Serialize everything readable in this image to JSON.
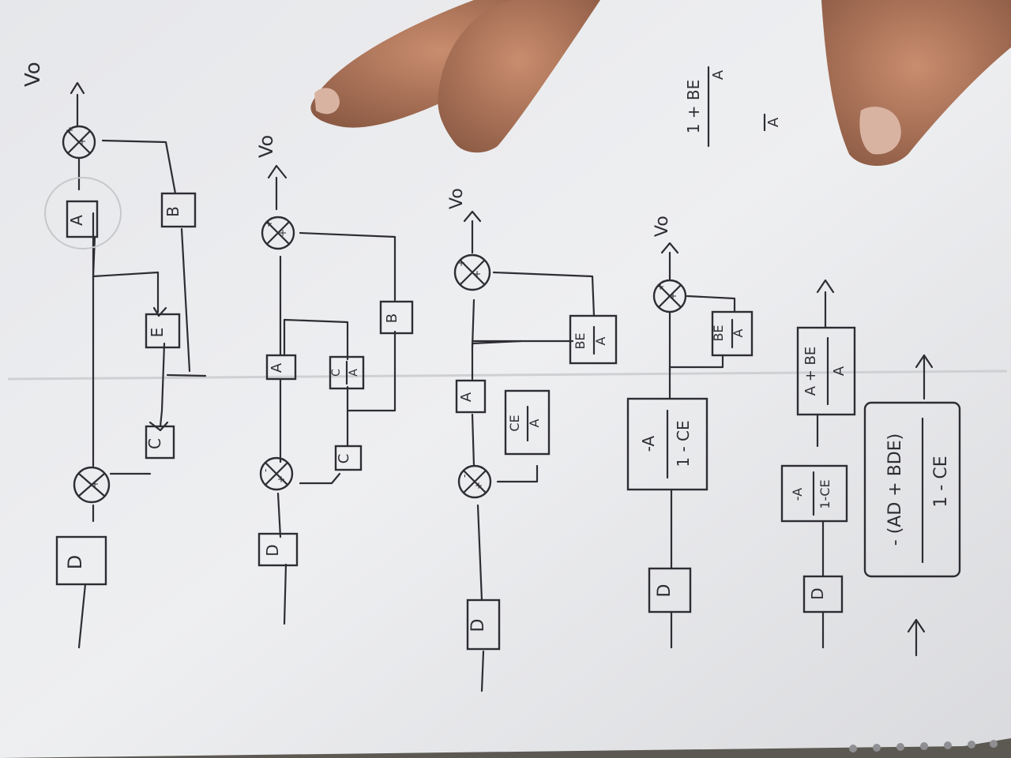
{
  "diagrams": [
    {
      "output": "Vo",
      "blocks": {
        "input": "D",
        "c": "C",
        "e": "E",
        "a": "A",
        "b": "B"
      },
      "summer1_signs": [
        "-",
        "+"
      ],
      "summer2_signs": [
        "+",
        "+"
      ]
    },
    {
      "output": "Vo",
      "blocks": {
        "input": "D",
        "c": "C",
        "ca_num": "C",
        "ca_den": "A",
        "a": "A",
        "b": "B"
      },
      "summer1_signs": [
        "-",
        "+"
      ],
      "summer2_signs": [
        "+",
        "+"
      ]
    },
    {
      "output": "Vo",
      "blocks": {
        "input": "D",
        "ce_num": "CE",
        "ce_den": "A",
        "a": "A",
        "be_num": "BE",
        "be_den": "A"
      },
      "summer1_signs": [
        "-",
        "+"
      ],
      "summer2_signs": [
        "+",
        "+"
      ]
    },
    {
      "output": "Vo",
      "blocks": {
        "input": "D",
        "g_num": "-A",
        "g_den": "1 - CE",
        "be_num": "BE",
        "be_den": "A"
      },
      "summer2_signs": [
        "+",
        "+"
      ]
    },
    {
      "blocks": {
        "input": "D",
        "g_num": "-A",
        "g_den": "1-CE",
        "h_num": "A + BE",
        "h_den": "A"
      }
    },
    {
      "blocks": {
        "final_num": "- (AD + BDE)",
        "final_den": "1 - CE"
      }
    }
  ],
  "side_note": {
    "num": "1 + BE",
    "den": "A",
    "extra": "A"
  }
}
